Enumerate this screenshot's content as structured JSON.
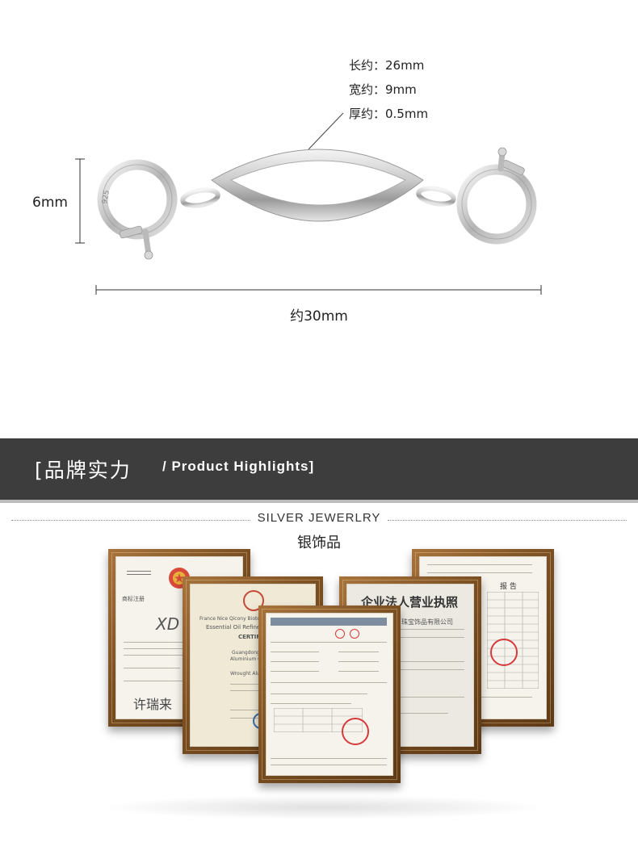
{
  "specs": {
    "length": "长约：26mm",
    "width": "宽约：9mm",
    "thickness": "厚约：0.5mm"
  },
  "dimensions": {
    "height": "6mm",
    "total_length": "约30mm"
  },
  "clasp_mark": "925",
  "banner": {
    "title": "[品牌实力",
    "subtitle": "/ Product Highlights]"
  },
  "section": {
    "title_en": "SILVER JEWERLRY",
    "title_cn": "银饰品"
  },
  "certificates": {
    "trademark": {
      "header": "商标注册",
      "logo": "XD",
      "signature": "许瑞来"
    },
    "oil_refinery": {
      "line1": "France Nice Qicony Bioto",
      "line2": "Essential Oil Refine",
      "line3": "CERTIFI",
      "line4": "Guangdong Sam",
      "line5": "Aluminium Comp",
      "line6": "Wrought Alumin"
    },
    "business_license": {
      "title": "企业法人营业执照",
      "line1": "珠宝饰品有限公司"
    },
    "test_report": {
      "title": "报 告"
    }
  },
  "colors": {
    "banner_bg": "#3d3d3d",
    "frame_wood": "#7a4f22",
    "stamp_red": "#d43a3a"
  }
}
